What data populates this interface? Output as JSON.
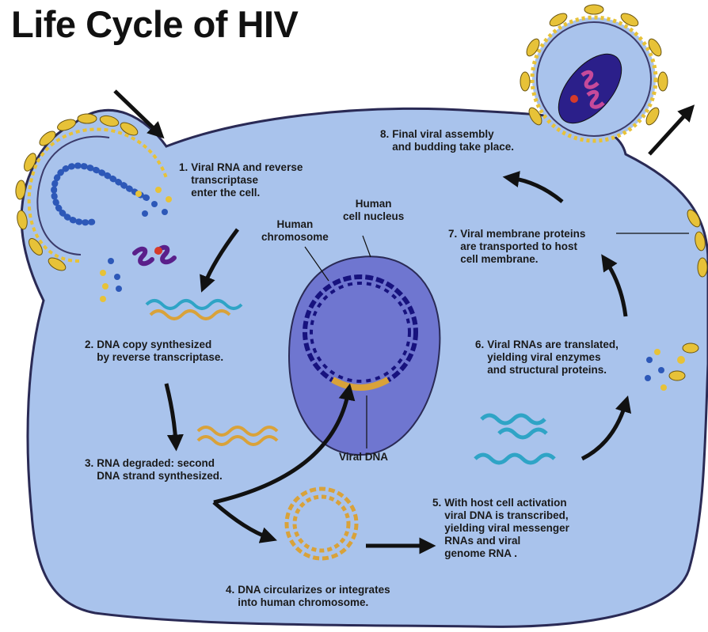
{
  "title": "Life Cycle of HIV",
  "labels": {
    "human_chromosome": "Human\nchromosome",
    "human_cell_nucleus": "Human\ncell nucleus",
    "viral_dna": "Viral DNA"
  },
  "steps": [
    {
      "num": "1.",
      "text": "Viral RNA and reverse\ntranscriptase\nenter the cell."
    },
    {
      "num": "2.",
      "text": "DNA copy synthesized\nby reverse transcriptase."
    },
    {
      "num": "3.",
      "text": "RNA degraded: second\nDNA strand synthesized."
    },
    {
      "num": "4.",
      "text": "DNA circularizes or integrates\ninto human chromosome."
    },
    {
      "num": "5.",
      "text": "With host cell activation\nviral DNA is transcribed,\nyielding viral messenger\nRNAs and viral\ngenome RNA ."
    },
    {
      "num": "6.",
      "text": "Viral RNAs are translated,\nyielding viral enzymes\nand structural proteins."
    },
    {
      "num": "7.",
      "text": "Viral membrane proteins\nare transported to host\ncell membrane."
    },
    {
      "num": "8.",
      "text": "Final viral assembly\nand budding take place."
    }
  ],
  "colors": {
    "cytoplasm": "#a9c3ec",
    "membrane_outline": "#2a2a55",
    "nucleus": "#6f76d0",
    "chromosome": "#17127e",
    "rna_blue": "#2fa4c6",
    "dna_orange": "#d9a23a",
    "envelope_yellow": "#e7c238",
    "arrow": "#111111"
  }
}
